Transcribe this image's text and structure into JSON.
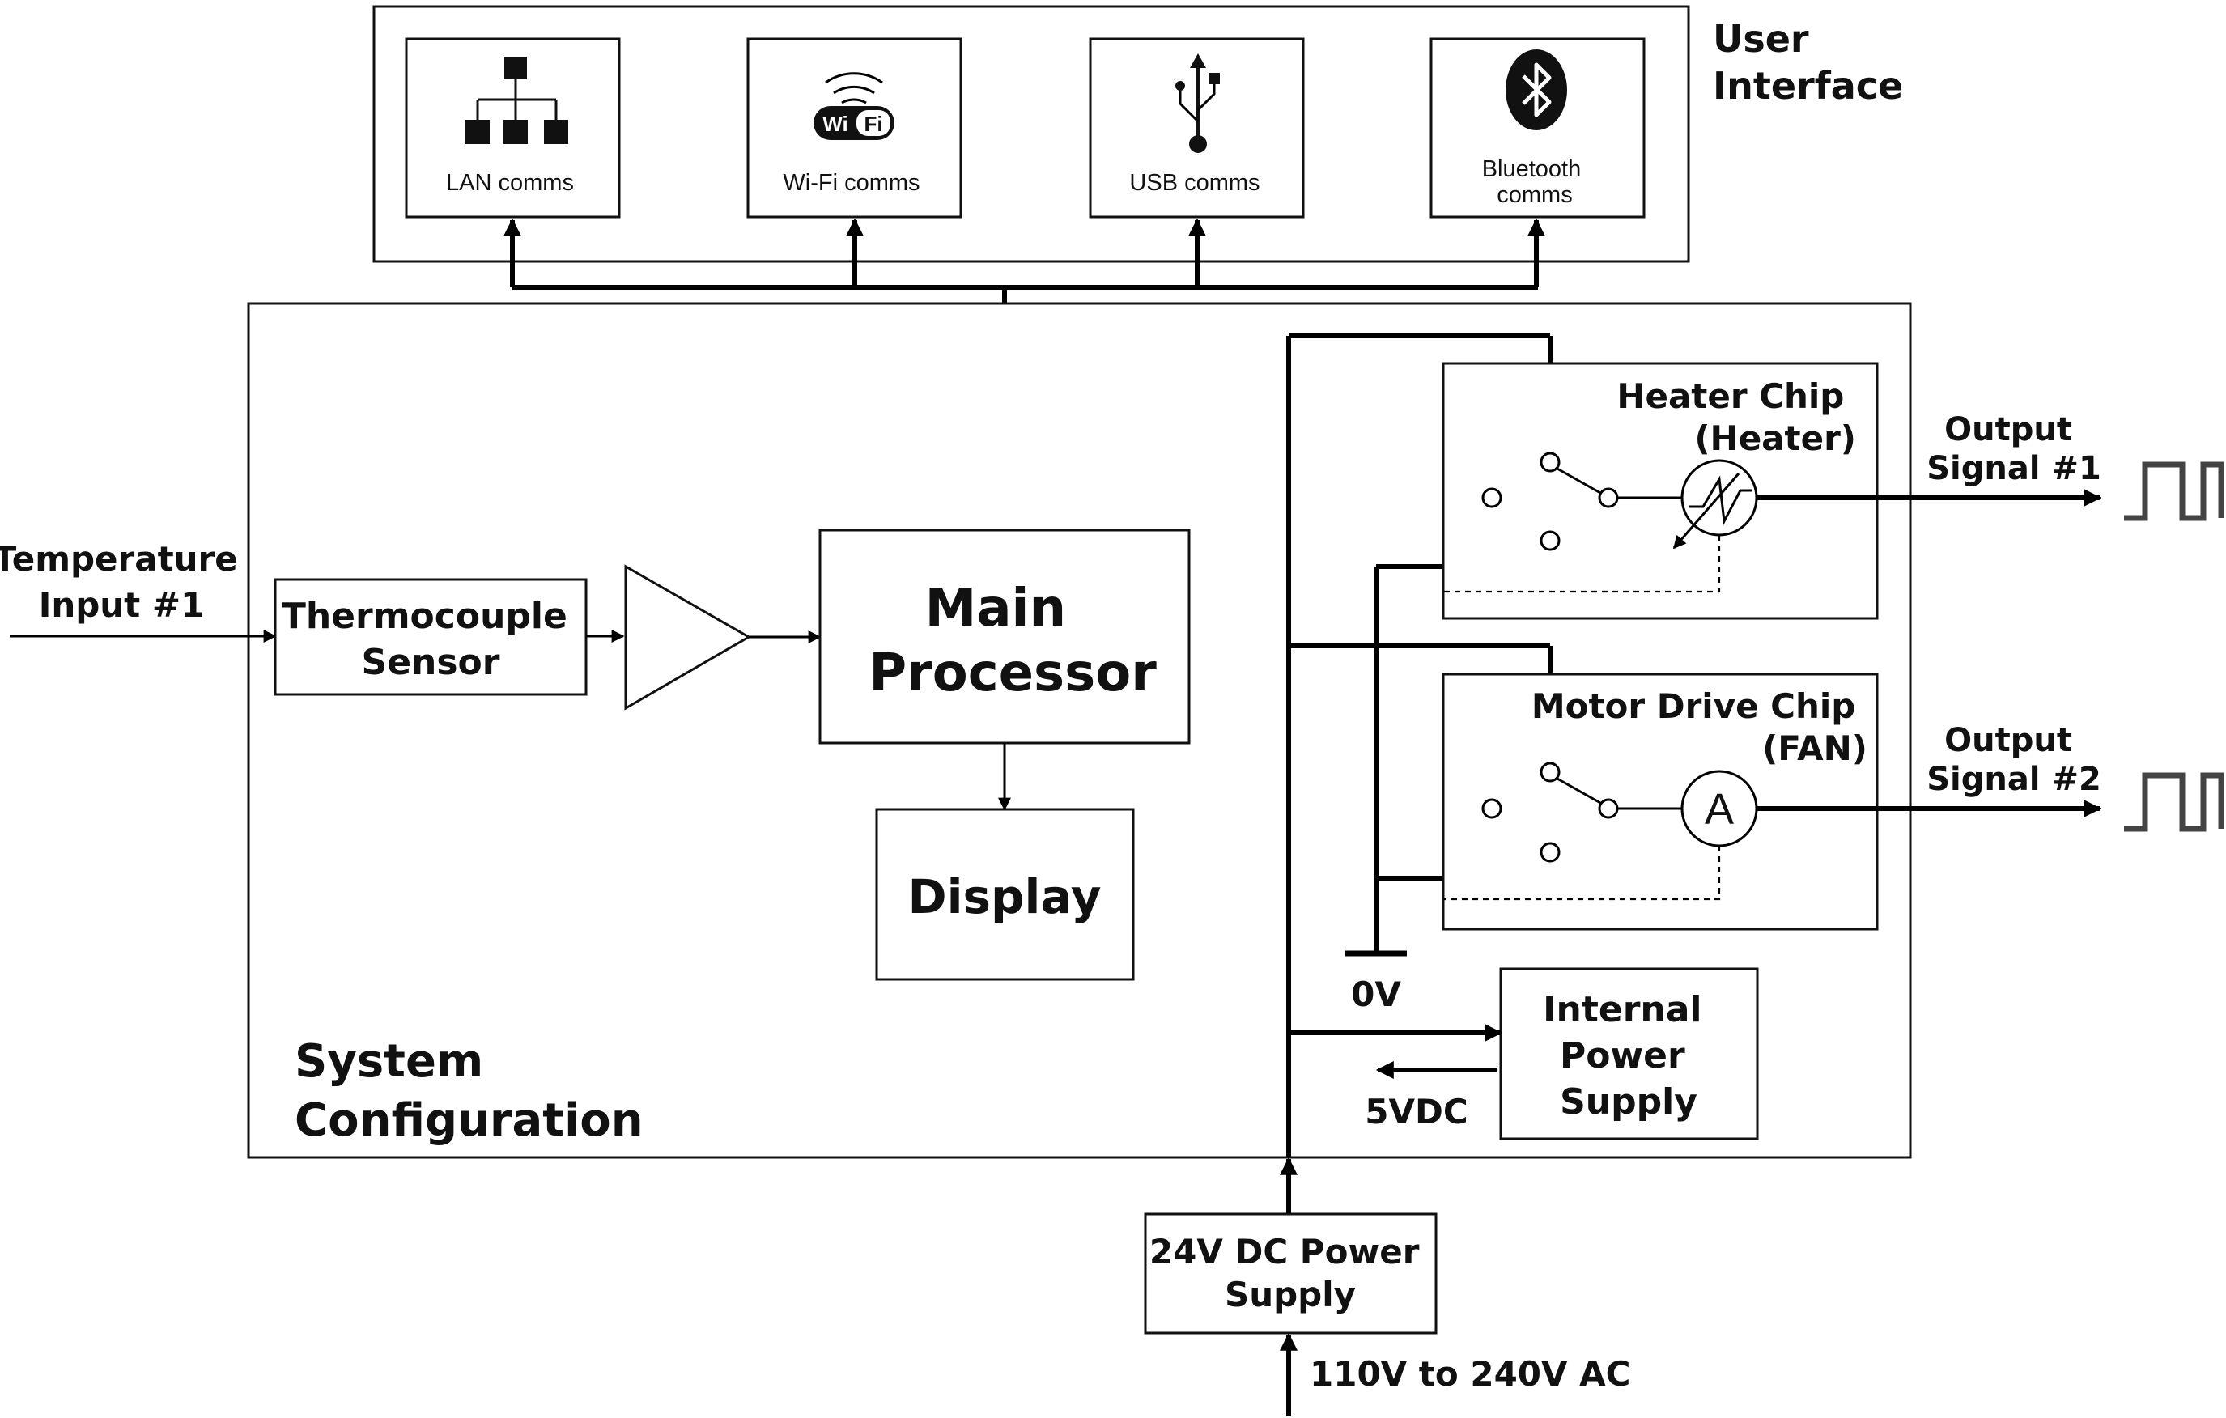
{
  "user_interface": {
    "title": [
      "User",
      "Interface"
    ],
    "modules": [
      {
        "label": [
          "LAN comms"
        ],
        "icon": "network-hierarchy-icon"
      },
      {
        "label": [
          "Wi-Fi comms"
        ],
        "icon": "wifi-icon",
        "badge_left": "Wi",
        "badge_right": "Fi"
      },
      {
        "label": [
          "USB comms"
        ],
        "icon": "usb-icon"
      },
      {
        "label": [
          "Bluetooth",
          "comms"
        ],
        "icon": "bluetooth-icon"
      }
    ]
  },
  "system": {
    "title": [
      "System",
      "Configuration"
    ],
    "input_label": [
      "Temperature",
      "Input #1"
    ],
    "sensor": [
      "Thermocouple",
      "Sensor"
    ],
    "processor": [
      "Main",
      "Processor"
    ],
    "display": [
      "Display"
    ],
    "heater_chip": [
      "Heater Chip",
      "(Heater)"
    ],
    "motor_chip": [
      "Motor Drive Chip",
      "(FAN)"
    ],
    "ammeter_symbol": "A",
    "ground_label": "0V",
    "internal_psu": [
      "Internal",
      "Power",
      "Supply"
    ],
    "vdc_label": "5VDC"
  },
  "outputs": [
    {
      "label": [
        "Output",
        "Signal #1"
      ]
    },
    {
      "label": [
        "Output",
        "Signal #2"
      ]
    }
  ],
  "power": {
    "supply": [
      "24V DC Power",
      "Supply"
    ],
    "ac_input": "110V to 240V AC"
  }
}
